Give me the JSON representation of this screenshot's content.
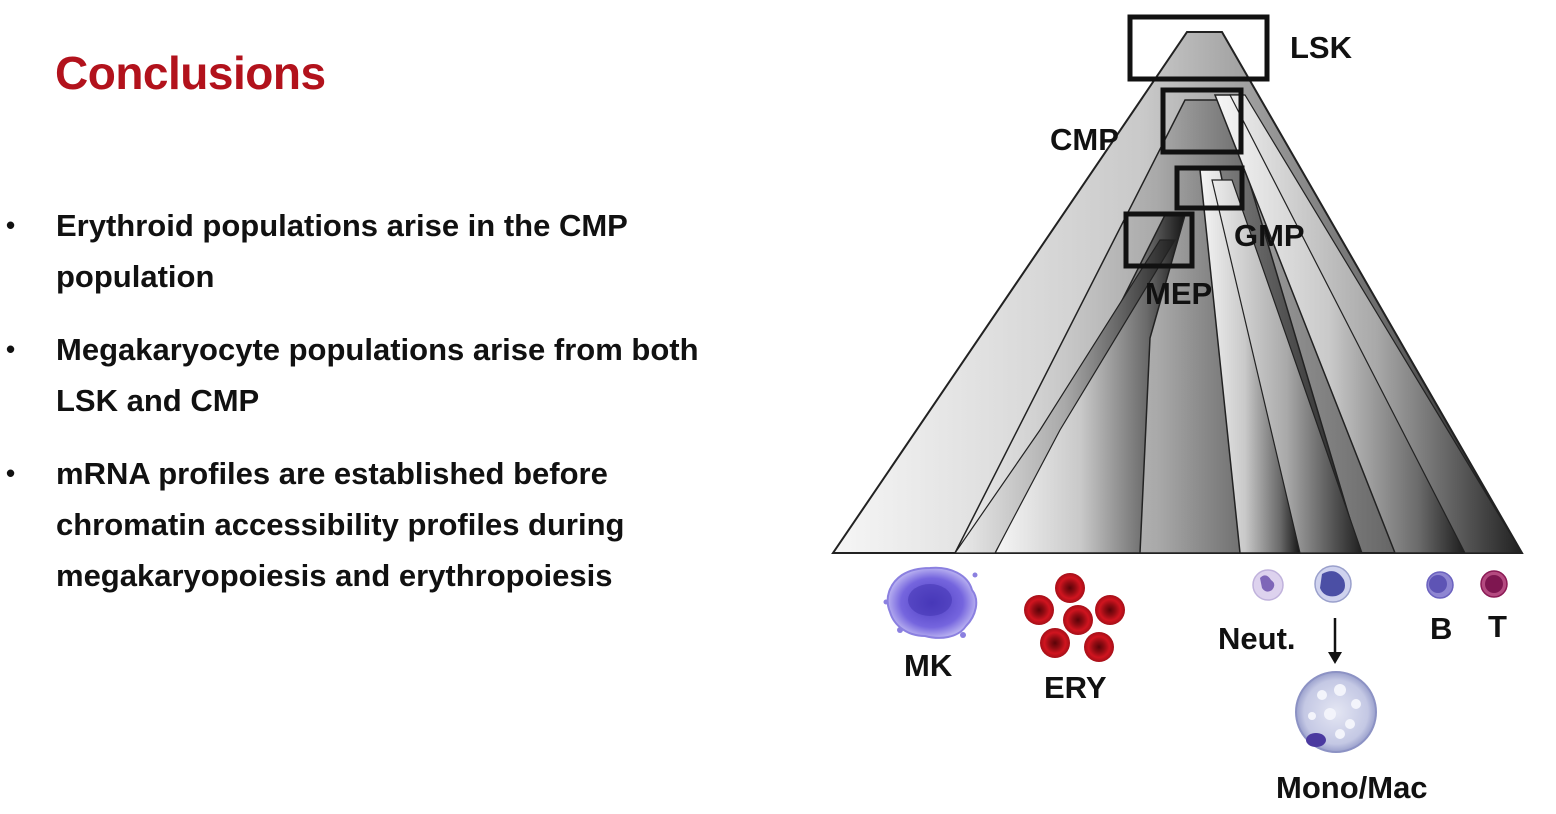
{
  "slide": {
    "title": "Conclusions",
    "bullets": [
      {
        "lines": [
          "Erythroid populations arise in the CMP",
          "population"
        ]
      },
      {
        "lines": [
          "Megakaryocyte populations arise from both",
          "LSK and CMP"
        ]
      },
      {
        "lines": [
          "mRNA profiles are established before",
          "chromatin accessibility profiles during",
          "megakaryopoiesis and erythropoiesis"
        ]
      }
    ],
    "bullet_char": "•"
  },
  "diagram": {
    "progenitors": {
      "lsk": "LSK",
      "cmp": "CMP",
      "gmp": "GMP",
      "mep": "MEP"
    },
    "cells": {
      "mk": "MK",
      "ery": "ERY",
      "neut": "Neut.",
      "mono_mac": "Mono/Mac",
      "b": "B",
      "t": "T"
    },
    "colors": {
      "ery_cell": "#c1121c",
      "mk_cell": "#6a5ad6",
      "neut_cell": "#b9a7d6",
      "mono_cell": "#6a6fb2",
      "mac_cell": "#c9cde6",
      "b_cell": "#6b62bf",
      "t_cell": "#8b1a55"
    }
  }
}
